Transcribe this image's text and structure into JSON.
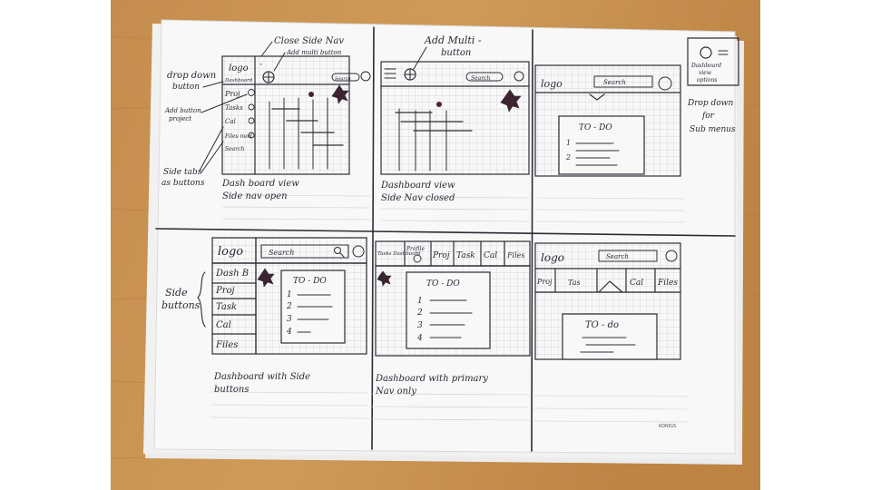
{
  "sheet": {
    "brand": "KONIGS",
    "colors": {
      "desk": "#c8914e",
      "paper": "#f7f7f7",
      "ink": "#2f2a36",
      "grid": "#c9c9c9"
    }
  },
  "annotations": {
    "close_side_nav": "Close Side Nav",
    "add_multi_button": "Add multi button",
    "dropdown_button_1": "drop down",
    "dropdown_button_2": "button",
    "add_project_1": "Add button",
    "add_project_2": "project",
    "side_tabs_1": "Side tabs",
    "side_tabs_2": "as buttons",
    "add_multi_2_1": "Add Multi -",
    "add_multi_2_2": "button",
    "dashboard_view_options_1": "Dashboard",
    "dashboard_view_options_2": "view",
    "dashboard_view_options_3": "options",
    "dropdown_submenu_1": "Drop down",
    "dropdown_submenu_2": "for",
    "dropdown_submenu_3": "Sub menus",
    "side_buttons_1": "Side",
    "side_buttons_2": "buttons"
  },
  "panels": {
    "p1": {
      "logo": "logo",
      "dashboard": "Dashboard",
      "search": "Search",
      "items": [
        "Proj",
        "Tasks",
        "Cal",
        "Files mod",
        "Search"
      ],
      "caption_1": "Dash board view",
      "caption_2": "Side nav open"
    },
    "p2": {
      "search": "Search",
      "caption_1": "Dashboard view",
      "caption_2": "Side Nav closed"
    },
    "p3": {
      "logo": "logo",
      "search": "Search",
      "todo": "TO - DO",
      "list": [
        "1",
        "2"
      ]
    },
    "p4": {
      "logo": "logo",
      "search": "Search",
      "side": [
        "Dash B",
        "Proj",
        "Task",
        "Cal",
        "Files"
      ],
      "todo": "TO - DO",
      "list": [
        "1",
        "2",
        "3",
        "4"
      ],
      "caption_1": "Dashboard with Side",
      "caption_2": "buttons"
    },
    "p5": {
      "nav": [
        "Tasks Dashboard",
        "Profile",
        "Proj",
        "Task",
        "Cal",
        "Files"
      ],
      "todo": "TO - DO",
      "list": [
        "1",
        "2",
        "3",
        "4"
      ],
      "caption_1": "Dashboard with primary",
      "caption_2": "Nav only"
    },
    "p6": {
      "logo": "logo",
      "search": "Search",
      "tabs": [
        "Proj",
        "Tas",
        "Cal",
        "Files"
      ],
      "todo": "TO - do"
    }
  }
}
